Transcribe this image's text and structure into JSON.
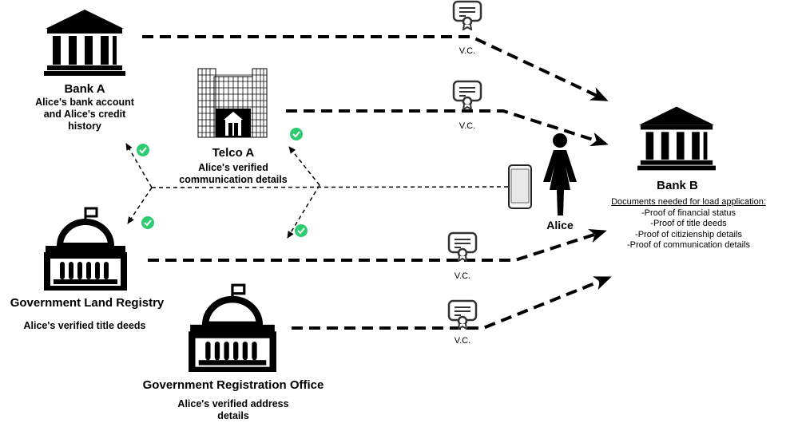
{
  "bank_a": {
    "title": "Bank A",
    "desc_1": "Alice's bank account",
    "desc_2": "and Alice's credit",
    "desc_3": "history"
  },
  "telco_a": {
    "title": "Telco A",
    "desc_1": "Alice's verified",
    "desc_2": "communication details"
  },
  "land_registry": {
    "title": "Government Land Registry",
    "desc_1": "Alice's verified title deeds"
  },
  "registration_office": {
    "title": "Government Registration Office",
    "desc_1": "Alice's verified address",
    "desc_2": "details"
  },
  "alice": {
    "name": "Alice"
  },
  "bank_b": {
    "title": "Bank B",
    "docs_heading": "Documents needed for load application:",
    "docs": [
      "-Proof of financial status",
      "-Proof of title deeds",
      "-Proof of citizienship details",
      "-Proof of communication details"
    ]
  },
  "credentials": [
    "V.C.",
    "V.C.",
    "V.C.",
    "V.C."
  ],
  "colors": {
    "check": "#2ecc71",
    "ink": "#000000"
  }
}
